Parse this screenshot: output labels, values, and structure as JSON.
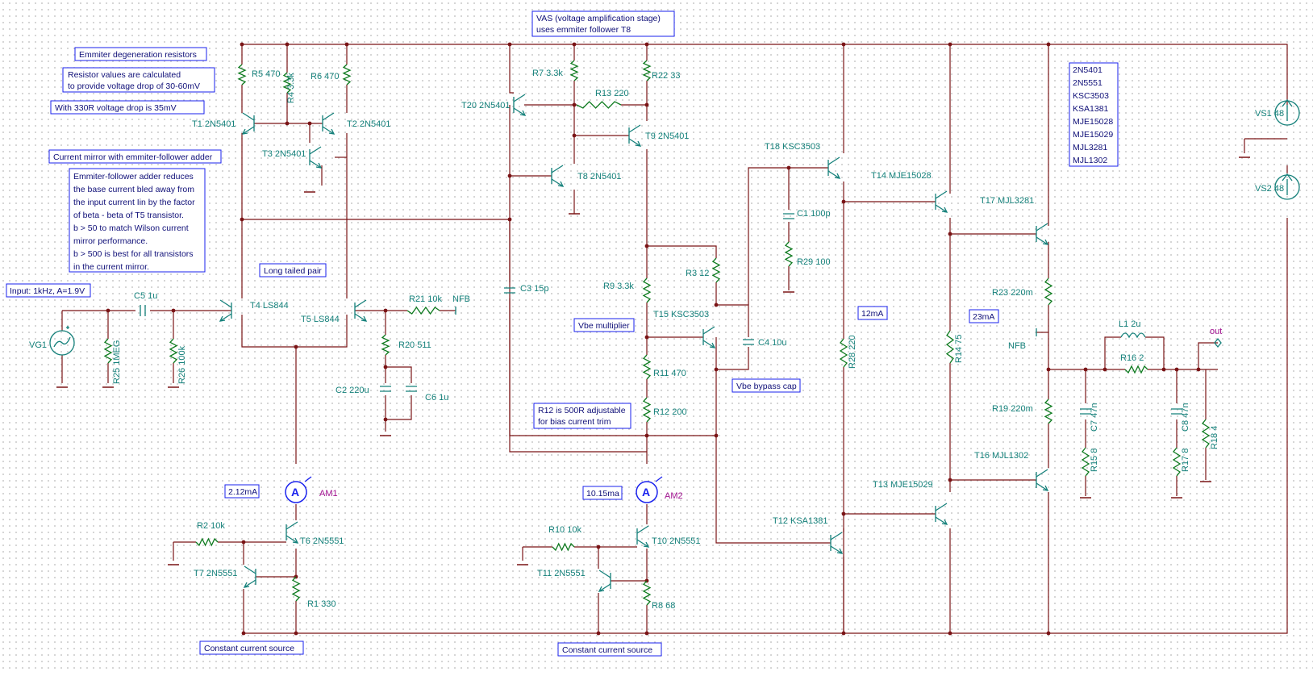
{
  "notes": {
    "vas_1": "VAS (voltage amplification stage)",
    "vas_2": "uses emmiter follower T8",
    "emitter_degen": "Emmiter degeneration resistors",
    "resistor_values_1": "Resistor values are calculated",
    "resistor_values_2": "to provide voltage drop of 30-60mV",
    "with_330r": "With 330R voltage drop is 35mV",
    "current_mirror": "Current mirror with emmiter-follower adder",
    "ef_adder_1": "Emmiter-follower adder reduces",
    "ef_adder_2": "the base current bled away from",
    "ef_adder_3": "the input current Iin by the factor",
    "ef_adder_4": "of beta - beta of T5 transistor.",
    "ef_adder_5": "b > 50 to match Wilson current",
    "ef_adder_6": "mirror performance.",
    "ef_adder_7": "b > 500 is best for all transistors",
    "ef_adder_8": "in the current mirror.",
    "input": "Input: 1kHz, A=1.9V",
    "long_tailed": "Long tailed pair",
    "vbe_multiplier": "Vbe multiplier",
    "vbe_bypass": "Vbe bypass cap",
    "r12_adj_1": "R12 is 500R adjustable",
    "r12_adj_2": "for bias current trim",
    "ma_212": "2.12mA",
    "ma_1015": "10.15ma",
    "ma_12": "12mA",
    "ma_23": "23mA",
    "ccs_1": "Constant current source",
    "ccs_2": "Constant current source",
    "parts": [
      "2N5401",
      "2N5551",
      "KSC3503",
      "KSA1381",
      "MJE15028",
      "MJE15029",
      "MJL3281",
      "MJL1302"
    ]
  },
  "labels": {
    "r5": "R5 470",
    "r4": "R4 3.3k",
    "r6": "R6 470",
    "t1": "T1 2N5401",
    "t2": "T2 2N5401",
    "t3": "T3 2N5401",
    "t20": "T20 2N5401",
    "r7": "R7 3.3k",
    "r13": "R13 220",
    "r22": "R22 33",
    "t9": "T9 2N5401",
    "t8": "T8 2N5401",
    "t18": "T18 KSC3503",
    "t14": "T14 MJE15028",
    "t17": "T17 MJL3281",
    "c1": "C1 100p",
    "r29": "R29 100",
    "r3": "R3 12",
    "r9": "R9 3.3k",
    "t15": "T15 KSC3503",
    "c4": "C4 10u",
    "c3": "C3 15p",
    "c5": "C5 1u",
    "r21": "R21 10k",
    "nfb1": "NFB",
    "t4": "T4 LS844",
    "t5": "T5 LS844",
    "vg1": "VG1",
    "r25": "R25 1MEG",
    "r26": "R26 100k",
    "r20": "R20 511",
    "c2": "C2 220u",
    "c6": "C6 1u",
    "r11": "R11 470",
    "r12": "R12 200",
    "r28": "R28 220",
    "r14": "R14 75",
    "r23": "R23 220m",
    "nfb2": "NFB",
    "l1": "L1 2u",
    "r16": "R16 2",
    "out": "out",
    "r19": "R19 220m",
    "c7": "C7 47n",
    "c8": "C8 47n",
    "r18": "R18 4",
    "r15": "R15 8",
    "r17": "R17 8",
    "t16": "T16 MJL1302",
    "t13": "T13 MJE15029",
    "t12": "T12 KSA1381",
    "am1": "AM1",
    "am2": "AM2",
    "r2": "R2 10k",
    "t6": "T6 2N5551",
    "t7": "T7 2N5551",
    "r1": "R1 330",
    "r10": "R10 10k",
    "t10": "T10 2N5551",
    "t11": "T11 2N5551",
    "r8": "R8 68",
    "vs1": "VS1 48",
    "vs2": "VS2 48"
  },
  "colors": {
    "wire": "#7a1416",
    "component": "#14807a",
    "resistor": "#0d7a1e",
    "note_border": "#1a22ee",
    "note_text": "#0f0f78",
    "meter_label": "#a0108f"
  }
}
